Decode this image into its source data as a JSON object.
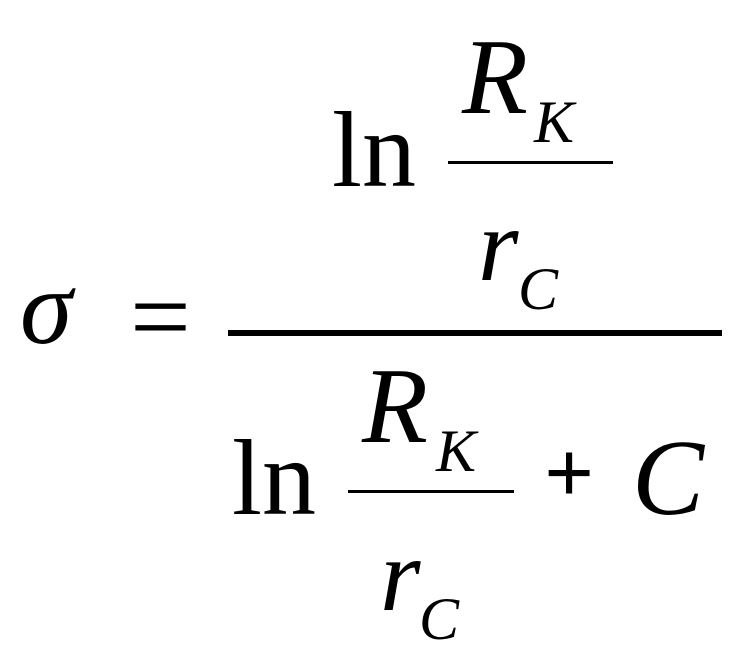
{
  "formula": {
    "lhs": "σ",
    "equals": "=",
    "numerator": {
      "ln": "ln",
      "fraction": {
        "top": {
          "main": "R",
          "sub": "K"
        },
        "bottom": {
          "main": "r",
          "sub": "C"
        }
      }
    },
    "denominator": {
      "ln": "ln",
      "fraction": {
        "top": {
          "main": "R",
          "sub": "K"
        },
        "bottom": {
          "main": "r",
          "sub": "C"
        }
      },
      "plus": "+",
      "constant": "C"
    }
  }
}
